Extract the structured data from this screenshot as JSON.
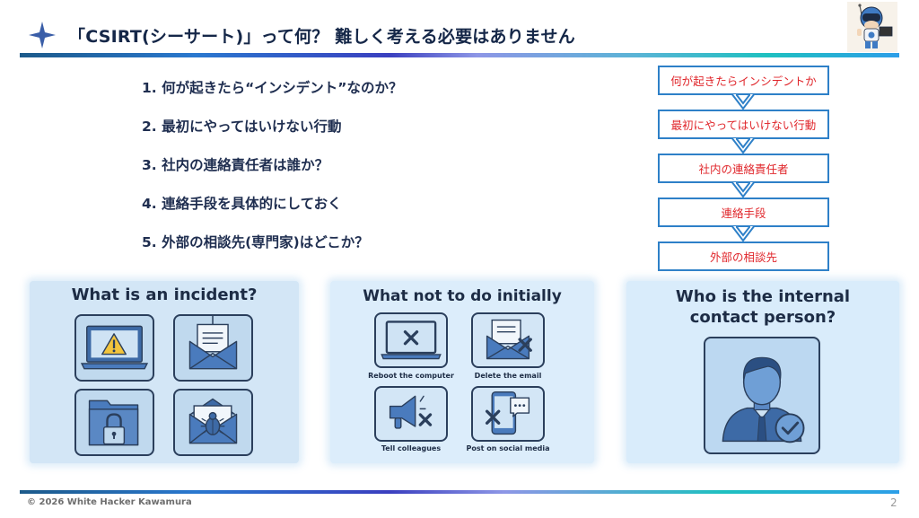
{
  "header": {
    "title": "「CSIRT(シーサート)」って何？ 難しく考える必要はありません",
    "sparkle_icon": "four-point-star-icon",
    "mascot_icon": "robot-mascot-icon"
  },
  "list": {
    "items": [
      "1. 何が起きたら“インシデント”なのか？",
      "2. 最初にやってはいけない行動",
      "3. 社内の連絡責任者は誰か？",
      "4. 連絡手段を具体的にしておく",
      "5. 外部の相談先(専門家)はどこか？"
    ]
  },
  "flowchart": {
    "steps": [
      "何が起きたらインシデントか",
      "最初にやってはいけない行動",
      "社内の連絡責任者",
      "連絡手段",
      "外部の相談先"
    ],
    "text_color": "#e0262b",
    "border_color": "#2e80c8"
  },
  "cards": [
    {
      "title": "What is an incident?",
      "icons": [
        "laptop-warning-icon",
        "phishing-email-icon",
        "locked-folder-icon",
        "malware-email-icon"
      ]
    },
    {
      "title": "What not to do initially",
      "items": [
        {
          "label": "Reboot the computer",
          "icon": "laptop-x-icon"
        },
        {
          "label": "Delete the email",
          "icon": "email-x-icon"
        },
        {
          "label": "Tell colleagues",
          "icon": "megaphone-x-icon"
        },
        {
          "label": "Post on social media",
          "icon": "phone-chat-x-icon"
        }
      ]
    },
    {
      "title_line1": "Who is the internal",
      "title_line2": "contact person?",
      "icon": "person-check-icon"
    }
  ],
  "footer": {
    "copyright": "© 2026 White Hacker Kawamura",
    "page_number": "2"
  }
}
